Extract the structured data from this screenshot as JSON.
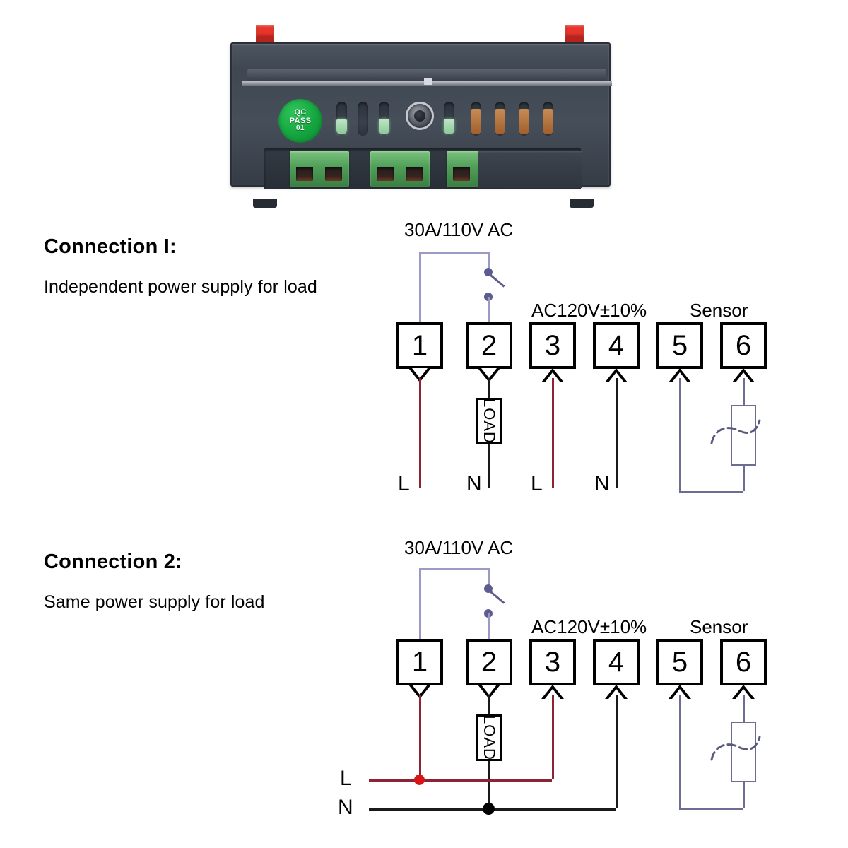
{
  "device": {
    "qc_seal": {
      "line1": "QC",
      "line2": "PASS",
      "line3": "01"
    }
  },
  "sections": [
    {
      "heading": "Connection I:",
      "subheading": "Independent power supply for load",
      "labels": {
        "load_power": "30A/110V AC",
        "supply": "AC120V±10%",
        "sensor": "Sensor",
        "load": "LOAD"
      },
      "terminals": [
        "1",
        "2",
        "3",
        "4",
        "5",
        "6"
      ],
      "wire_labels": [
        "L",
        "N",
        "L",
        "N"
      ]
    },
    {
      "heading": "Connection 2:",
      "subheading": "Same power supply for load",
      "labels": {
        "load_power": "30A/110V AC",
        "supply": "AC120V±10%",
        "sensor": "Sensor",
        "load": "LOAD"
      },
      "terminals": [
        "1",
        "2",
        "3",
        "4",
        "5",
        "6"
      ],
      "bus_labels": [
        "L",
        "N"
      ]
    }
  ],
  "colors": {
    "live_wire": "#8b2535",
    "neutral_wire": "#1a1a1a",
    "switch_wire": "#9a9ac4",
    "sensor_wire": "#6d6d94",
    "junction_live": "#d81414",
    "junction_neutral": "#000000",
    "terminal_border": "#000000",
    "seal_green": "#15a53f",
    "clip_red": "#e8342a"
  }
}
